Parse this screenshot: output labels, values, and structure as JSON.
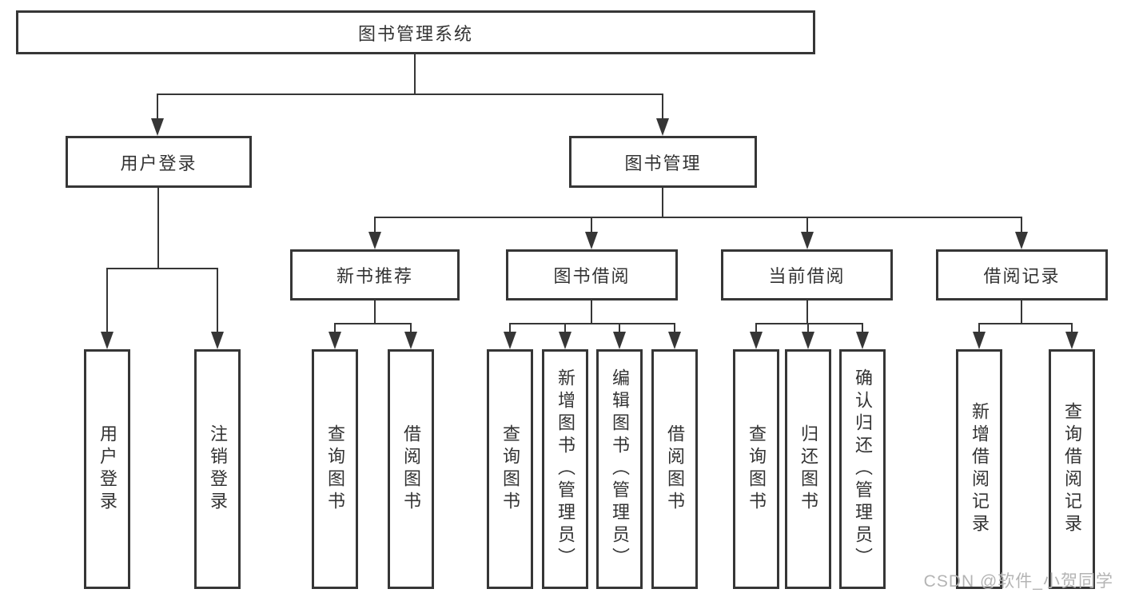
{
  "diagram": {
    "root": "图书管理系统",
    "level2": {
      "user_login": "用户登录",
      "book_management": "图书管理"
    },
    "level3": {
      "new_book_recommend": "新书推荐",
      "book_borrowing": "图书借阅",
      "current_borrowing": "当前借阅",
      "borrowing_records": "借阅记录"
    },
    "leaves": {
      "user_login": "用户登录",
      "logout": "注销登录",
      "rec_query_books": "查询图书",
      "rec_borrow_books": "借阅图书",
      "bb_query_books": "查询图书",
      "bb_add_books": "新增图书（管理员）",
      "bb_edit_books": "编辑图书（管理员）",
      "bb_borrow_books": "借阅图书",
      "cb_query_books": "查询图书",
      "cb_return_books": "归还图书",
      "cb_confirm_return": "确认归还（管理员）",
      "br_add_record": "新增借阅记录",
      "br_query_record": "查询借阅记录"
    }
  },
  "watermark": "CSDN @软件_小贺同学",
  "colors": {
    "line": "#363636",
    "text": "#333333",
    "background": "#ffffff",
    "watermark": "#b4b4b4"
  }
}
